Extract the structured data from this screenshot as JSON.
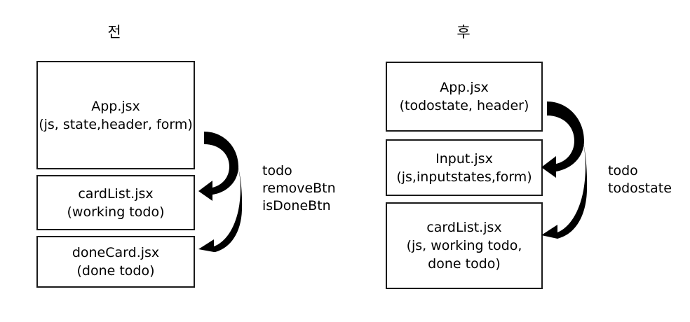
{
  "diagram": {
    "type": "before-after-component-structure",
    "background_color": "#ffffff",
    "stroke_color": "#1a1a1a",
    "arrow_color": "#000000",
    "columns": [
      {
        "id": "before",
        "heading": "전",
        "boxes": [
          {
            "id": "app-before",
            "lines": [
              "App.jsx",
              "(js, state,header, form)"
            ]
          },
          {
            "id": "cardlist-before",
            "lines": [
              "cardList.jsx",
              "(working todo)"
            ]
          },
          {
            "id": "donecard-before",
            "lines": [
              "doneCard.jsx",
              "(done todo)"
            ]
          }
        ],
        "arrow": {
          "id": "arrow-before",
          "kind": "forked-curved-arrow",
          "heads": 2,
          "direction": "left",
          "labels": [
            "todo",
            "removeBtn",
            "isDoneBtn"
          ]
        }
      },
      {
        "id": "after",
        "heading": "후",
        "boxes": [
          {
            "id": "app-after",
            "lines": [
              "App.jsx",
              "(todostate, header)"
            ]
          },
          {
            "id": "input-after",
            "lines": [
              "Input.jsx",
              "(js,inputstates,form)"
            ]
          },
          {
            "id": "cardlist-after",
            "lines": [
              "cardList.jsx",
              "(js, working todo,",
              "done todo)"
            ]
          }
        ],
        "arrow": {
          "id": "arrow-after",
          "kind": "forked-curved-arrow",
          "heads": 2,
          "direction": "left",
          "labels": [
            "todo",
            "todostate"
          ]
        }
      }
    ]
  }
}
